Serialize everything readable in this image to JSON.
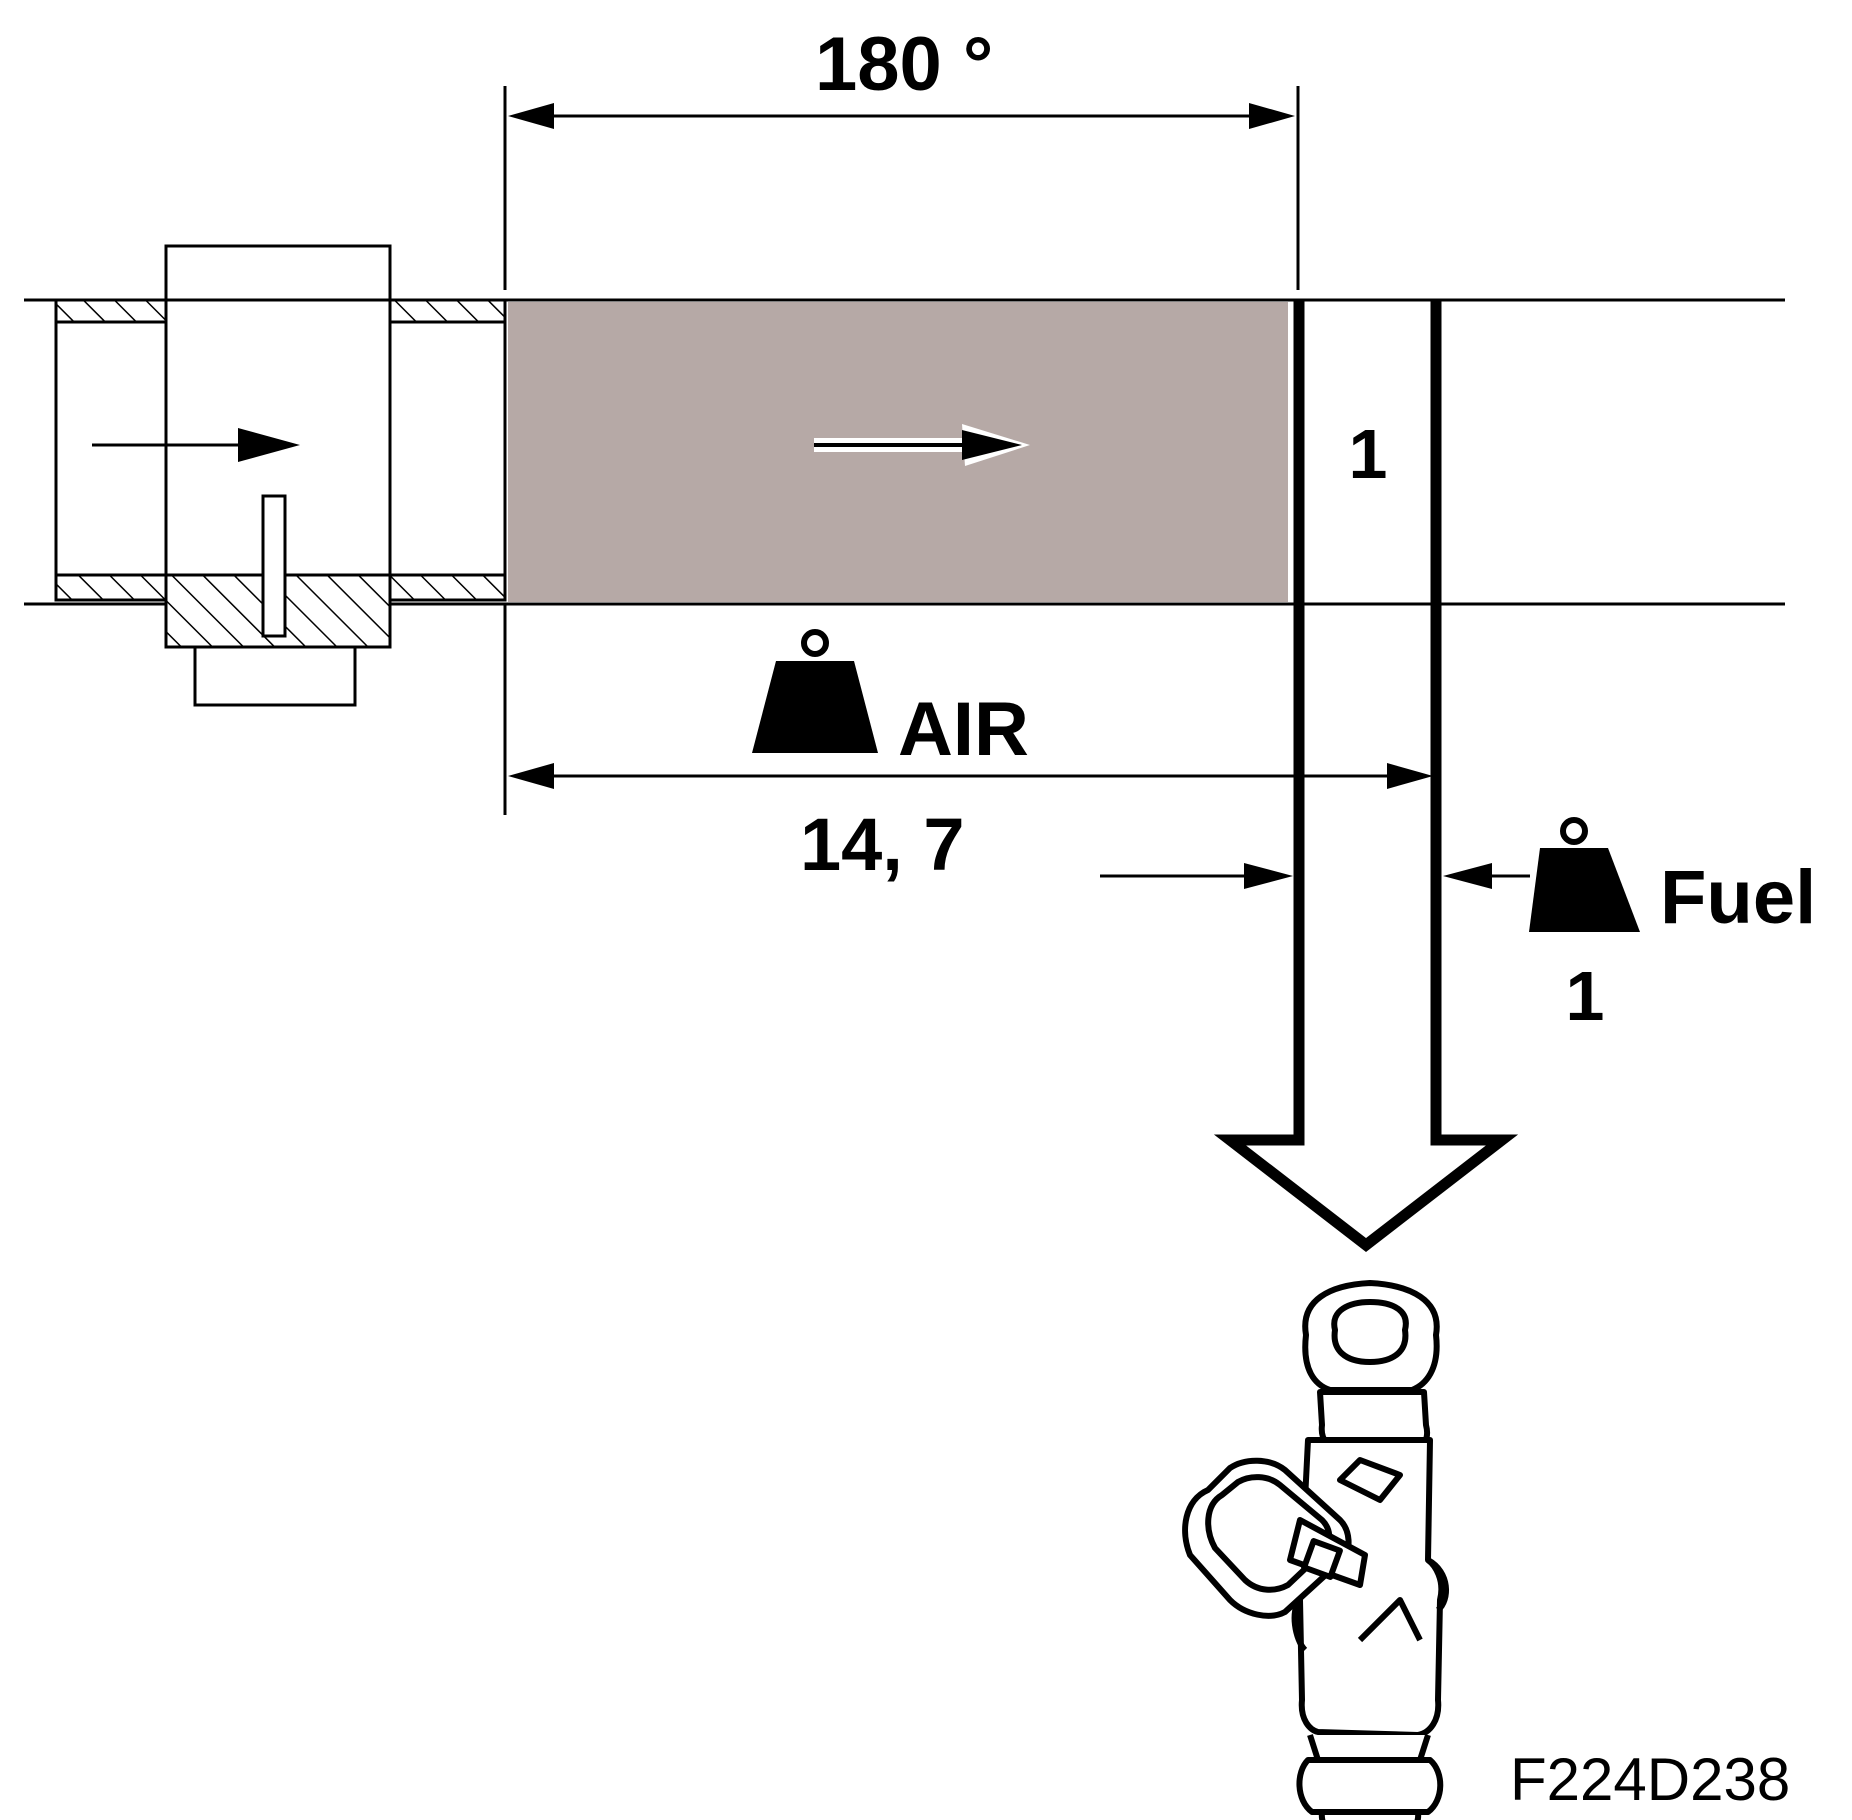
{
  "labels": {
    "angle": "180 °",
    "air_portion": "1",
    "air_label": "AIR",
    "ratio": "14, 7",
    "fuel_label": "Fuel",
    "fuel_portion": "1",
    "figure_code": "F224D238"
  },
  "colors": {
    "air_charge_fill": "#b6a9a6",
    "line": "#000000",
    "background": "#ffffff"
  }
}
